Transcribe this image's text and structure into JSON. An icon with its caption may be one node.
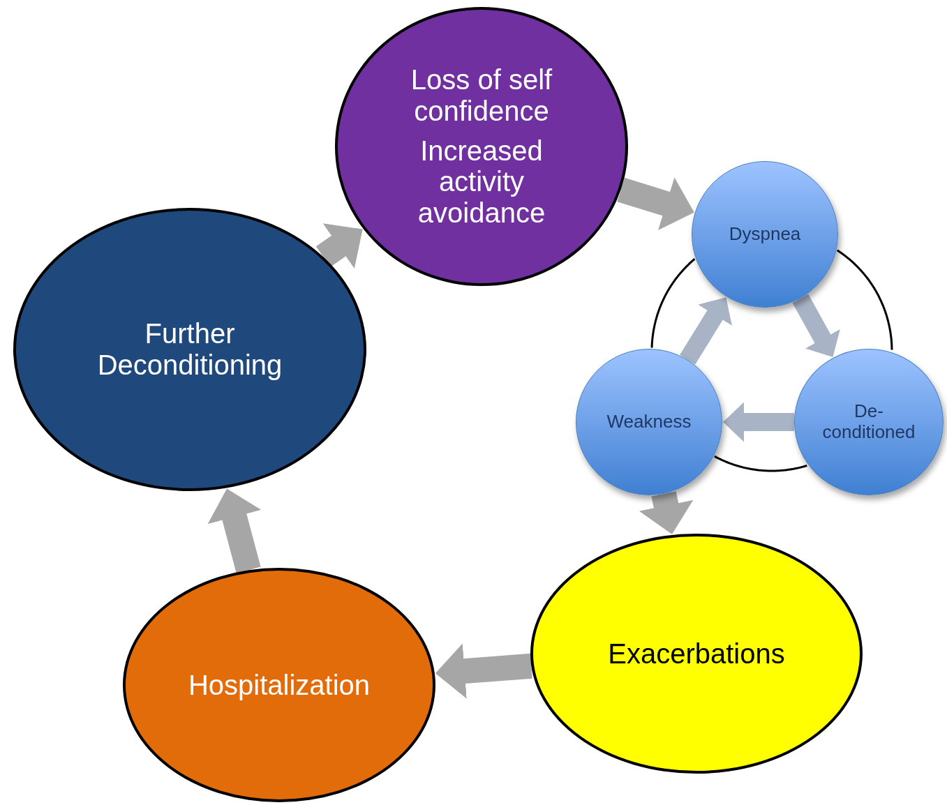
{
  "diagram": {
    "nodes": [
      {
        "text": [
          "Loss of self confidence",
          "Increased activity avoidance"
        ]
      },
      {
        "text": [
          "Dyspnea"
        ]
      },
      {
        "text": [
          "De-conditioned"
        ]
      },
      {
        "text": [
          "Weakness"
        ]
      },
      {
        "text": [
          "Exacerbations"
        ]
      },
      {
        "text": [
          "Hospitalization"
        ]
      },
      {
        "text": [
          "Further Deconditioning"
        ]
      }
    ],
    "edges": [
      {
        "from": 0,
        "to": 1,
        "arrow": "to"
      },
      {
        "from": 1,
        "to": 2,
        "arrow": "to",
        "color": "#a9b3c6"
      },
      {
        "from": 2,
        "to": 3,
        "arrow": "to",
        "color": "#a9b3c6"
      },
      {
        "from": 3,
        "to": 1,
        "arrow": "to",
        "color": "#a9b3c6"
      },
      {
        "from": 3,
        "to": 4,
        "arrow": "to"
      },
      {
        "from": 4,
        "to": 5,
        "arrow": "to"
      },
      {
        "from": 5,
        "to": 6,
        "arrow": "to"
      },
      {
        "from": 6,
        "to": 0,
        "arrow": "to"
      }
    ]
  }
}
